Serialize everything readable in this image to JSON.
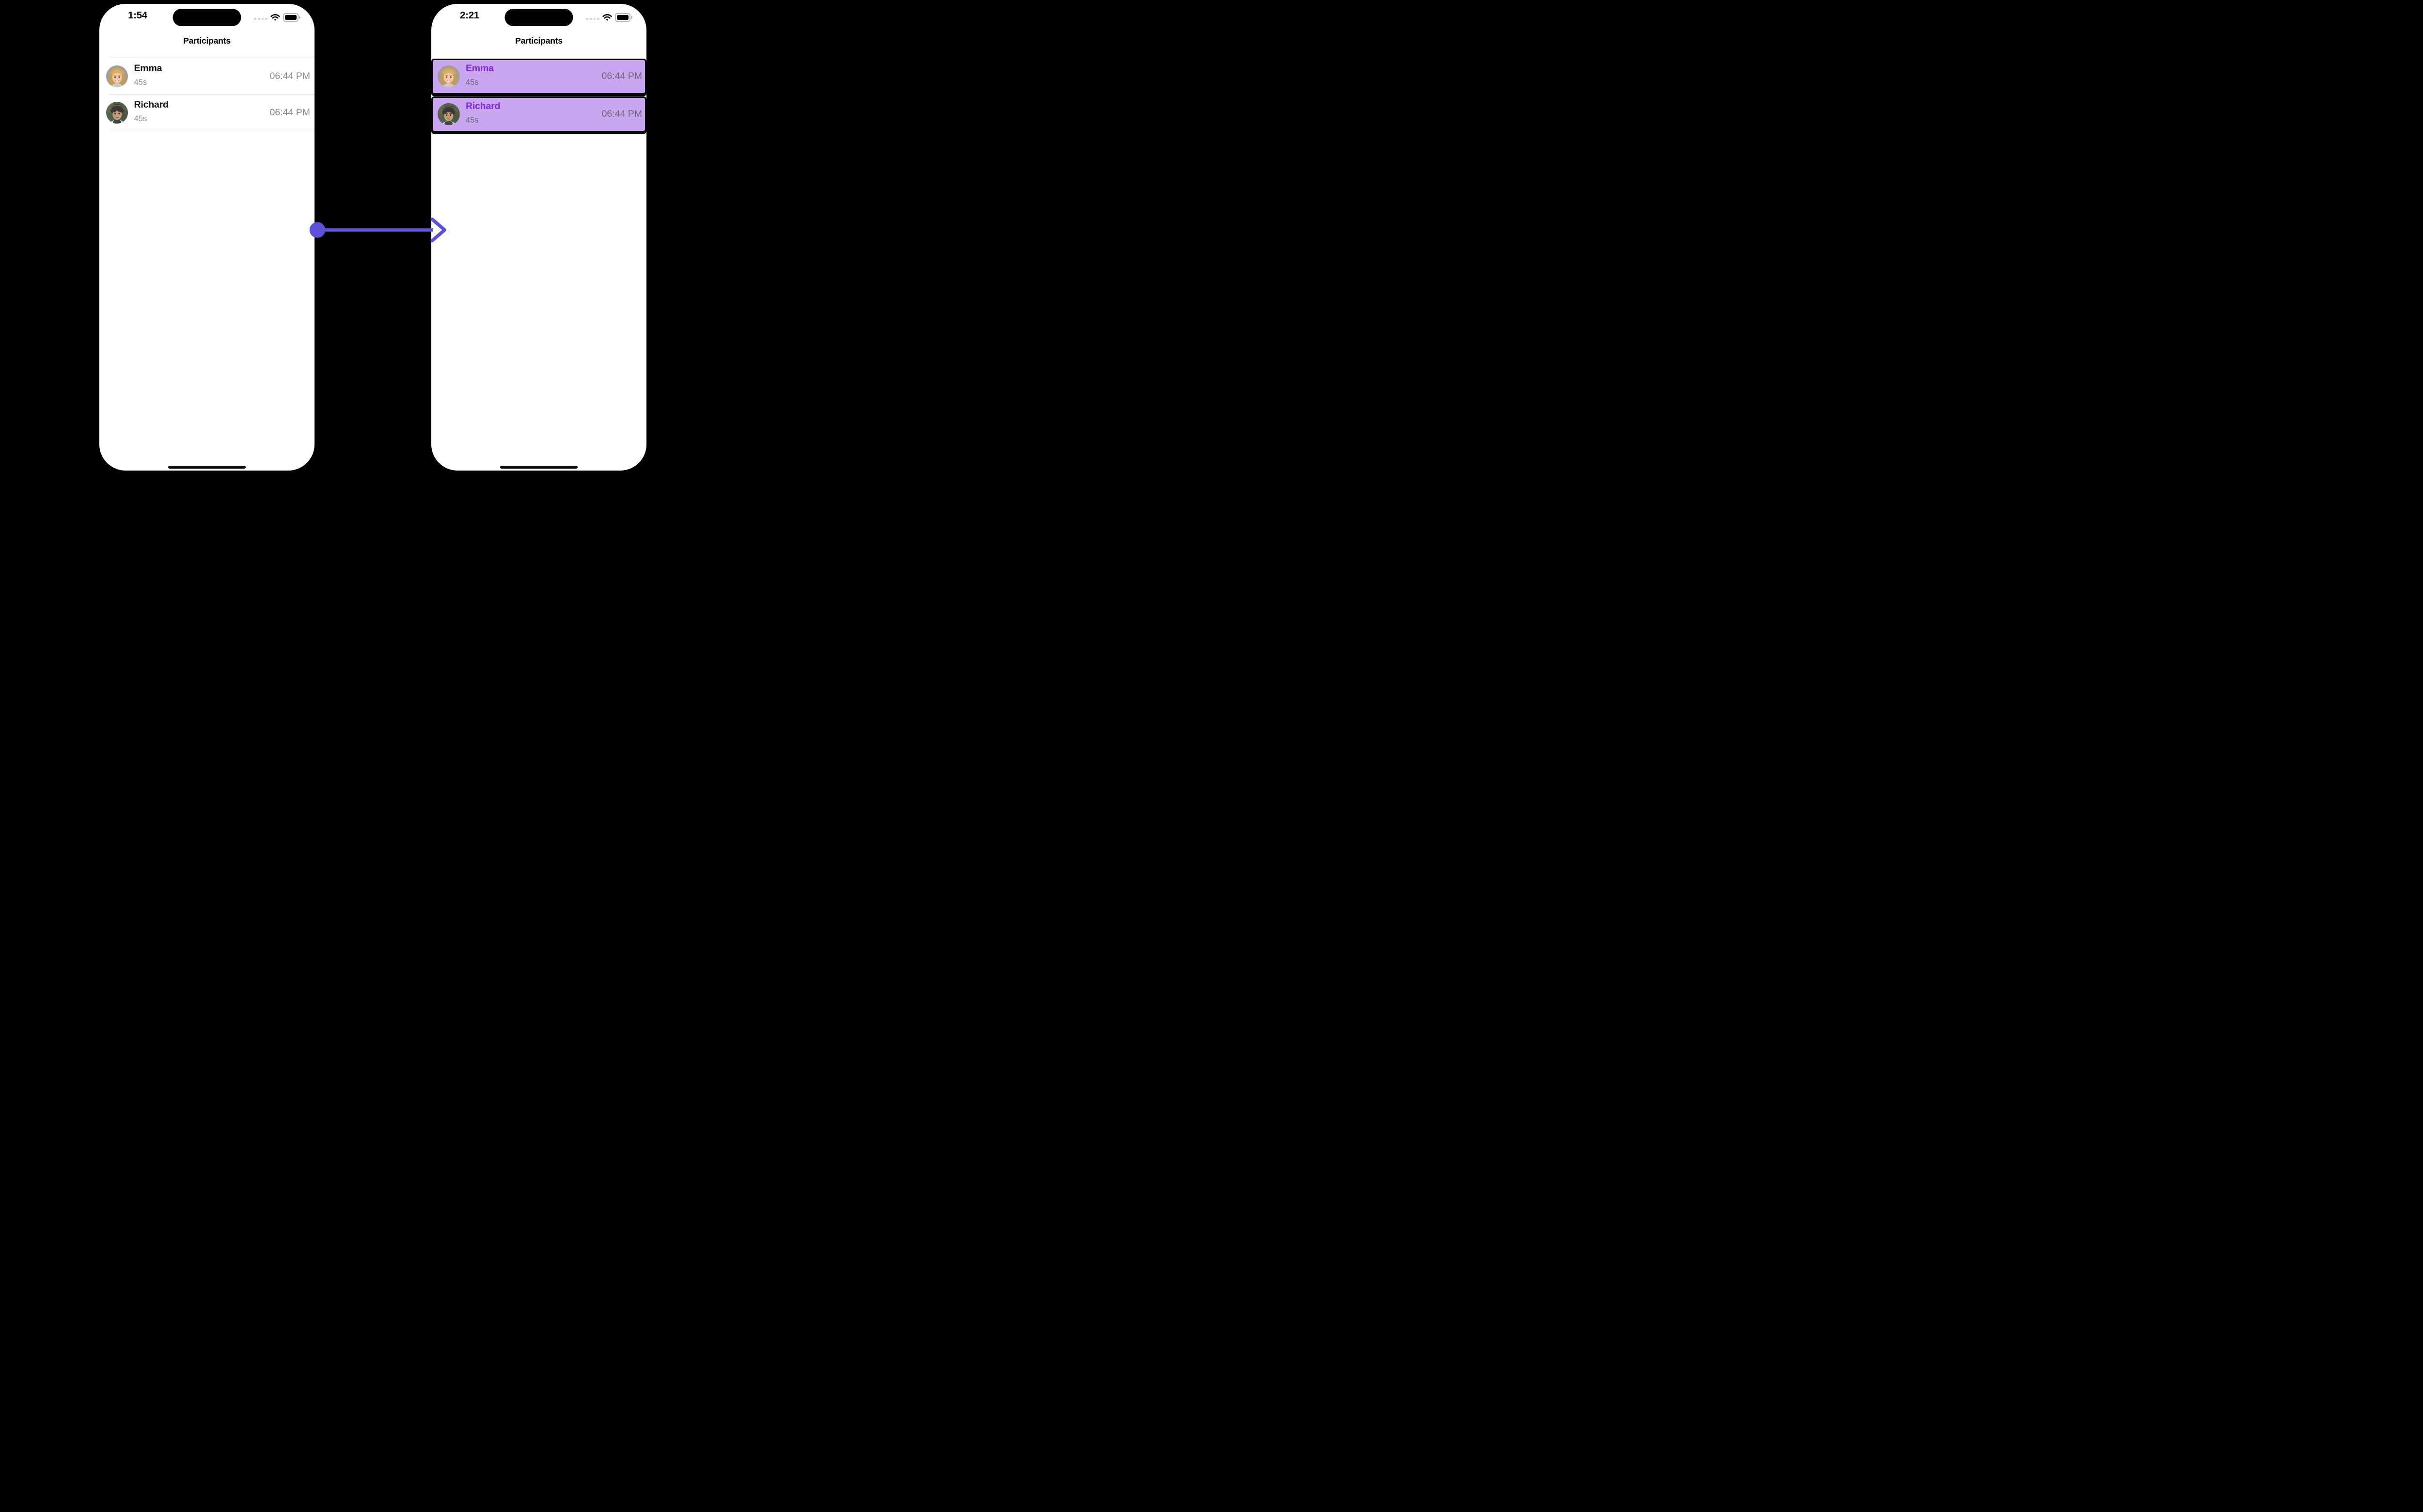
{
  "colors": {
    "background": "#000000",
    "phone_bg": "#ffffff",
    "card_bg": "#c9a6ef",
    "card_border": "#000000",
    "highlight_name": "#8227e0",
    "plain_name": "#151515",
    "subtext_gray": "#8e8e93",
    "time_gray": "#8a8a8e",
    "card_subtext": "#6a6374",
    "card_time": "#6e6475",
    "divider": "#dbdbdb",
    "arrow": "#5b50d6"
  },
  "icons": {
    "dynamic_island": "dynamic-island",
    "cellular": "cellular-dots-icon",
    "wifi": "wifi-icon",
    "battery": "battery-icon",
    "home": "home-indicator",
    "arrow": "arrow-right-icon"
  },
  "phones": [
    {
      "status": {
        "time": "1:54"
      },
      "nav_title": "Participants",
      "selected": false,
      "participants": [
        {
          "name": "Emma",
          "duration": "45s",
          "time": "06:44 PM",
          "avatar": "emma-avatar"
        },
        {
          "name": "Richard",
          "duration": "45s",
          "time": "06:44 PM",
          "avatar": "richard-avatar"
        }
      ]
    },
    {
      "status": {
        "time": "2:21"
      },
      "nav_title": "Participants",
      "selected": true,
      "participants": [
        {
          "name": "Emma",
          "duration": "45s",
          "time": "06:44 PM",
          "avatar": "emma-avatar"
        },
        {
          "name": "Richard",
          "duration": "45s",
          "time": "06:44 PM",
          "avatar": "richard-avatar"
        }
      ]
    }
  ]
}
